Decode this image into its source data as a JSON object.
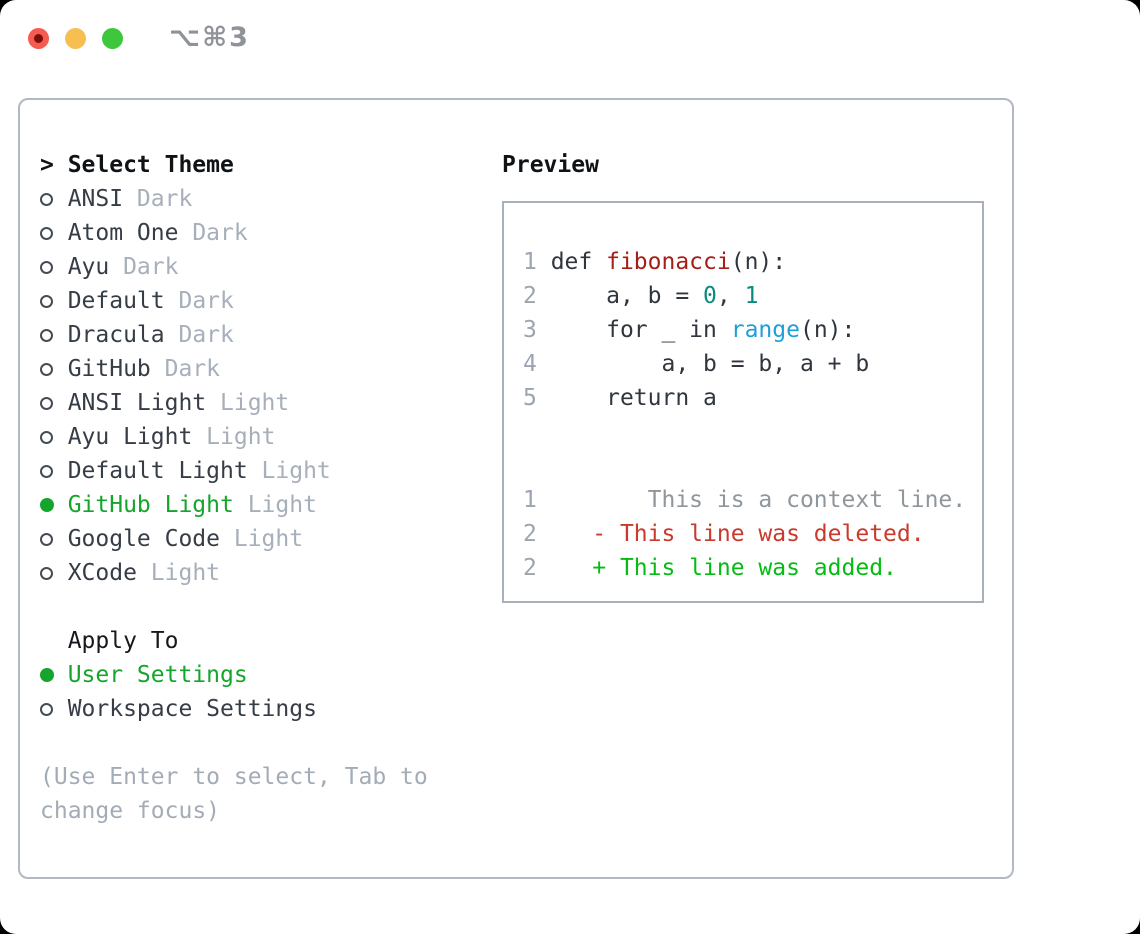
{
  "titlebar": {
    "title": "⌥⌘3"
  },
  "theme_panel": {
    "header_prefix": ">",
    "header": "Select Theme",
    "themes": [
      {
        "name": "ANSI",
        "variant": "Dark",
        "selected": false
      },
      {
        "name": "Atom One",
        "variant": "Dark",
        "selected": false
      },
      {
        "name": "Ayu",
        "variant": "Dark",
        "selected": false
      },
      {
        "name": "Default",
        "variant": "Dark",
        "selected": false
      },
      {
        "name": "Dracula",
        "variant": "Dark",
        "selected": false
      },
      {
        "name": "GitHub",
        "variant": "Dark",
        "selected": false
      },
      {
        "name": "ANSI Light",
        "variant": "Light",
        "selected": false
      },
      {
        "name": "Ayu Light",
        "variant": "Light",
        "selected": false
      },
      {
        "name": "Default Light",
        "variant": "Light",
        "selected": false
      },
      {
        "name": "GitHub Light",
        "variant": "Light",
        "selected": true
      },
      {
        "name": "Google Code",
        "variant": "Light",
        "selected": false
      },
      {
        "name": "XCode",
        "variant": "Light",
        "selected": false
      }
    ],
    "apply_header": "Apply To",
    "apply_options": [
      {
        "label": "User Settings",
        "selected": true
      },
      {
        "label": "Workspace Settings",
        "selected": false
      }
    ],
    "hint": "(Use Enter to select, Tab to change focus)"
  },
  "preview_panel": {
    "header": "Preview",
    "lines": [
      {
        "num": "1",
        "segments": [
          {
            "text": "def ",
            "style": "plain"
          },
          {
            "text": "fibonacci",
            "style": "function"
          },
          {
            "text": "(n):",
            "style": "plain"
          }
        ]
      },
      {
        "num": "2",
        "segments": [
          {
            "text": "    a, b = ",
            "style": "plain"
          },
          {
            "text": "0",
            "style": "number"
          },
          {
            "text": ", ",
            "style": "plain"
          },
          {
            "text": "1",
            "style": "number"
          }
        ]
      },
      {
        "num": "3",
        "segments": [
          {
            "text": "    for _ in ",
            "style": "plain"
          },
          {
            "text": "range",
            "style": "builtin"
          },
          {
            "text": "(n):",
            "style": "plain"
          }
        ]
      },
      {
        "num": "4",
        "segments": [
          {
            "text": "        a, b = b, a + b",
            "style": "plain"
          }
        ]
      },
      {
        "num": "5",
        "segments": [
          {
            "text": "    return a",
            "style": "plain"
          }
        ]
      },
      {
        "num": "",
        "segments": []
      },
      {
        "num": "",
        "segments": []
      },
      {
        "num": "1",
        "segments": [
          {
            "text": "       This is a context line.",
            "style": "context"
          }
        ]
      },
      {
        "num": "2",
        "segments": [
          {
            "text": "   - This line was deleted.",
            "style": "deleted"
          }
        ]
      },
      {
        "num": "2",
        "segments": [
          {
            "text": "   + This line was added.",
            "style": "added"
          }
        ]
      }
    ]
  },
  "colors": {
    "selection_green": "#16a52c",
    "added_green": "#06bc13",
    "deleted_red": "#c93a2c",
    "function_red": "#a31f17",
    "number_teal": "#0a8b80",
    "builtin_blue": "#1f9fd8",
    "code_text": "#30363d",
    "line_number_gray": "#9aa5b1",
    "context_gray": "#8f969c",
    "tag_gray": "#a6afba",
    "hint_gray": "#a3acb6",
    "frame_border": "#b2b9c1",
    "preview_border": "#a8b0b9",
    "traffic_red": "#f45b51",
    "traffic_yellow": "#f6bf50",
    "traffic_green": "#3ec63c"
  }
}
